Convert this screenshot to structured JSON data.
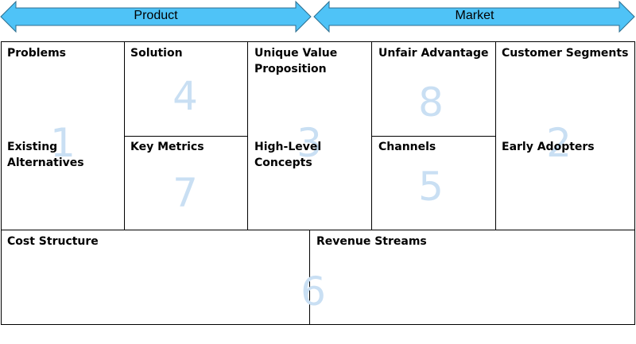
{
  "arrows": {
    "product": "Product",
    "market": "Market",
    "fill_color": "#4fc3f7",
    "stroke_color": "#2c6e8f"
  },
  "canvas": {
    "problems": {
      "title": "Problems",
      "subtitle": "Existing\nAlternatives",
      "number": "1"
    },
    "solution": {
      "title": "Solution",
      "number": "4"
    },
    "key_metrics": {
      "title": "Key Metrics",
      "number": "7"
    },
    "uvp": {
      "title": "Unique Value\nProposition",
      "subtitle": "High-Level\nConcepts",
      "number": "3"
    },
    "unfair_advantage": {
      "title": "Unfair Advantage",
      "number": "8"
    },
    "channels": {
      "title": "Channels",
      "number": "5"
    },
    "customer_segments": {
      "title": "Customer Segments",
      "subtitle": "Early Adopters",
      "number": "2"
    },
    "cost_structure": {
      "title": "Cost Structure"
    },
    "revenue_streams": {
      "title": "Revenue Streams"
    },
    "shared_number": "6",
    "number_color": "#c9dff3"
  }
}
